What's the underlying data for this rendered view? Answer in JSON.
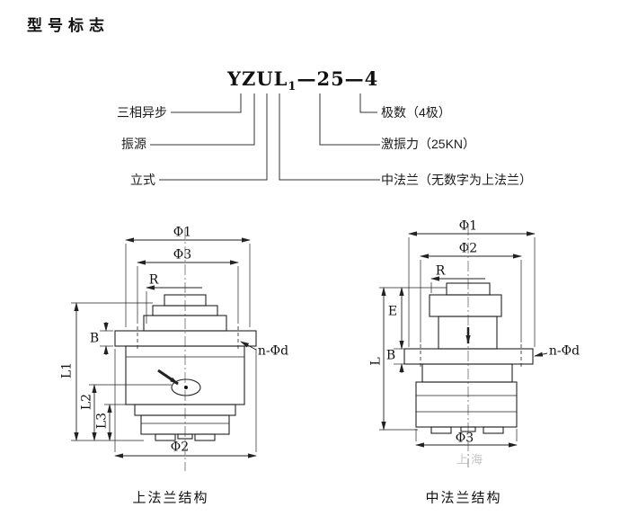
{
  "title": "型号标志",
  "model": {
    "prefix": "YZUL",
    "subscript": "1",
    "suffix": "—25—4",
    "left_labels": [
      "三相异步",
      "振源",
      "立式"
    ],
    "right_labels": [
      "极数（4极）",
      "激振力（25KN）",
      "中法兰（无数字为上法兰）"
    ]
  },
  "left_drawing": {
    "caption": "上法兰结构",
    "dim_phi1": "Φ1",
    "dim_phi3": "Φ3",
    "dim_r": "R",
    "dim_b": "B",
    "dim_l1": "L1",
    "dim_l2": "L2",
    "dim_l3": "L3",
    "dim_phi2": "Φ2",
    "dim_nphid": "n-Φd"
  },
  "right_drawing": {
    "caption": "中法兰结构",
    "dim_phi1": "Φ1",
    "dim_phi2": "Φ2",
    "dim_r": "R",
    "dim_e": "E",
    "dim_l": "L",
    "dim_b": "B",
    "dim_phi3": "Φ3",
    "dim_nphid": "n-Φd",
    "watermark": "上海"
  }
}
